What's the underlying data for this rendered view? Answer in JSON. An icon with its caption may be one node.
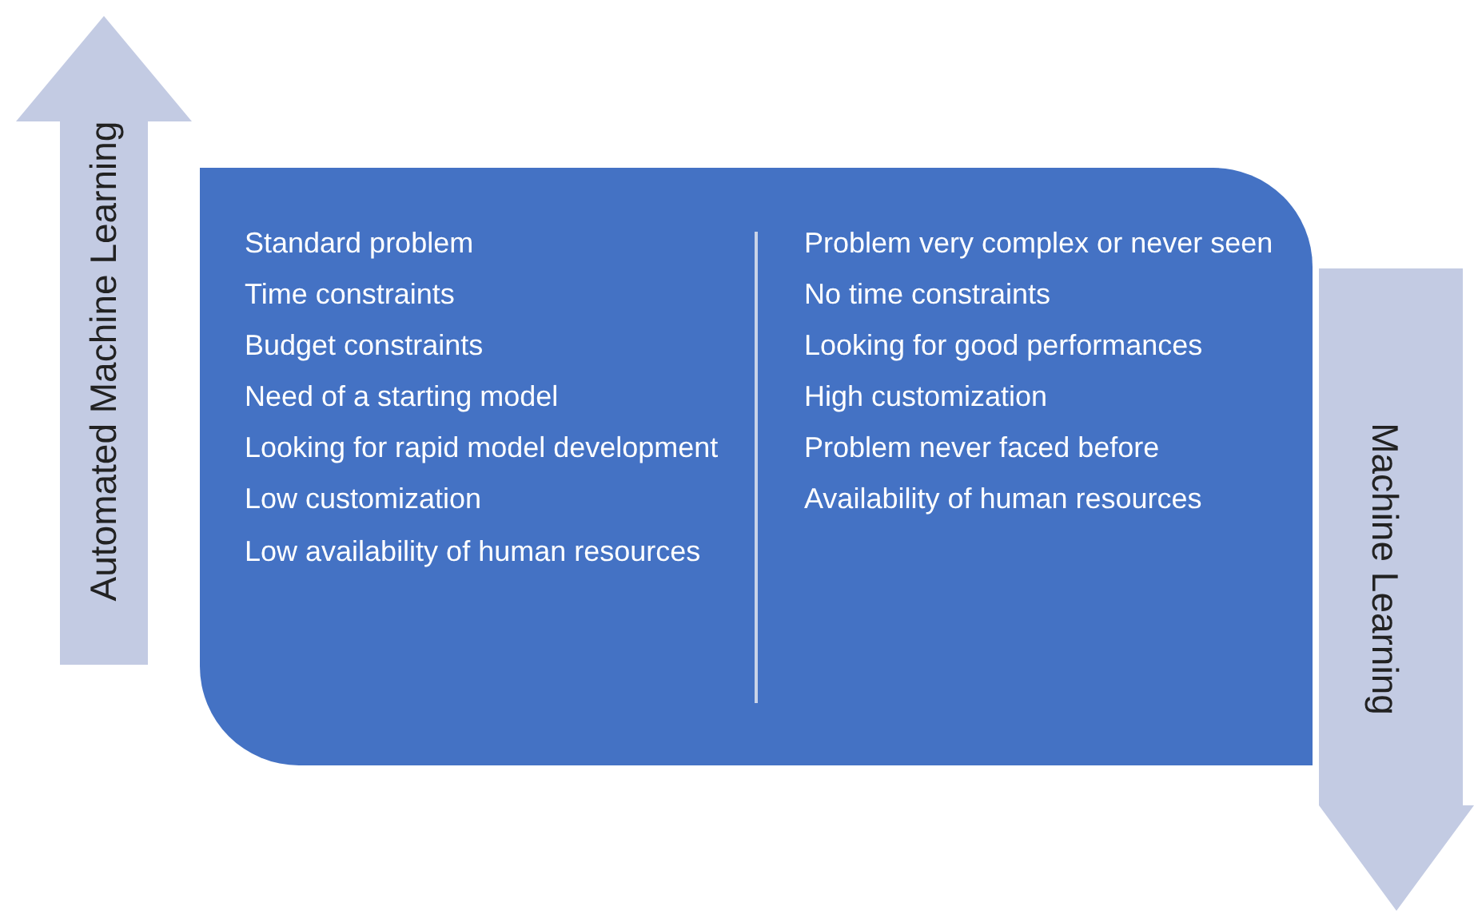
{
  "diagram": {
    "nodes": [
      {
        "text": [
          "Automated Machine Learning"
        ]
      },
      {
        "text": [
          "Standard problem",
          "Time constraints",
          "Budget constraints",
          "Need of a starting model",
          "Looking for rapid model development",
          "Low customization",
          "Low availability of human resources",
          "Problem very complex or never seen",
          "No time constraints",
          "Looking for good performances",
          "High customization",
          "Problem never faced before",
          "Availability of human resources"
        ]
      },
      {
        "text": [
          "Machine Learning"
        ]
      }
    ]
  }
}
